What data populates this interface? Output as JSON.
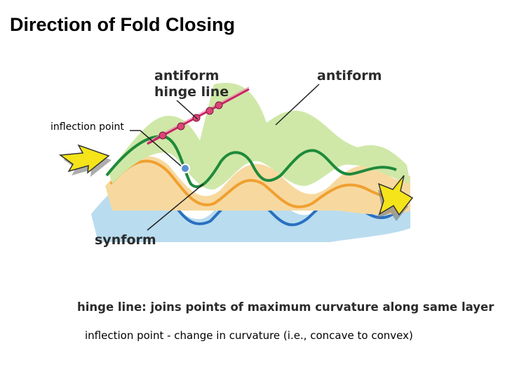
{
  "slide": {
    "title": "Direction of Fold Closing"
  },
  "diagram": {
    "labels": {
      "antiform_left": "antiform",
      "hinge_line": "hinge line",
      "antiform_right": "antiform",
      "synform": "synform",
      "inflection_point": "inflection point"
    },
    "captions": {
      "hinge_line_definition": "hinge line: joins points of maximum curvature along same layer",
      "inflection_point_definition": "inflection point - change in curvature (i.e., concave to convex)"
    },
    "colors": {
      "layer_top_fill": "#cfe8a8",
      "layer_top_line": "#1f8a3a",
      "layer_middle_fill": "#f7d9a0",
      "layer_middle_line": "#f0a030",
      "layer_bottom_fill": "#b9dcef",
      "layer_bottom_line": "#2a6fc0",
      "hinge_line": "#cc2266",
      "hinge_points": "#dd4477",
      "inflection_marker": "#5a8fd0",
      "arrows": "#f4e419"
    },
    "icons": [
      "compression-arrow-left-icon",
      "compression-arrow-right-icon"
    ]
  }
}
